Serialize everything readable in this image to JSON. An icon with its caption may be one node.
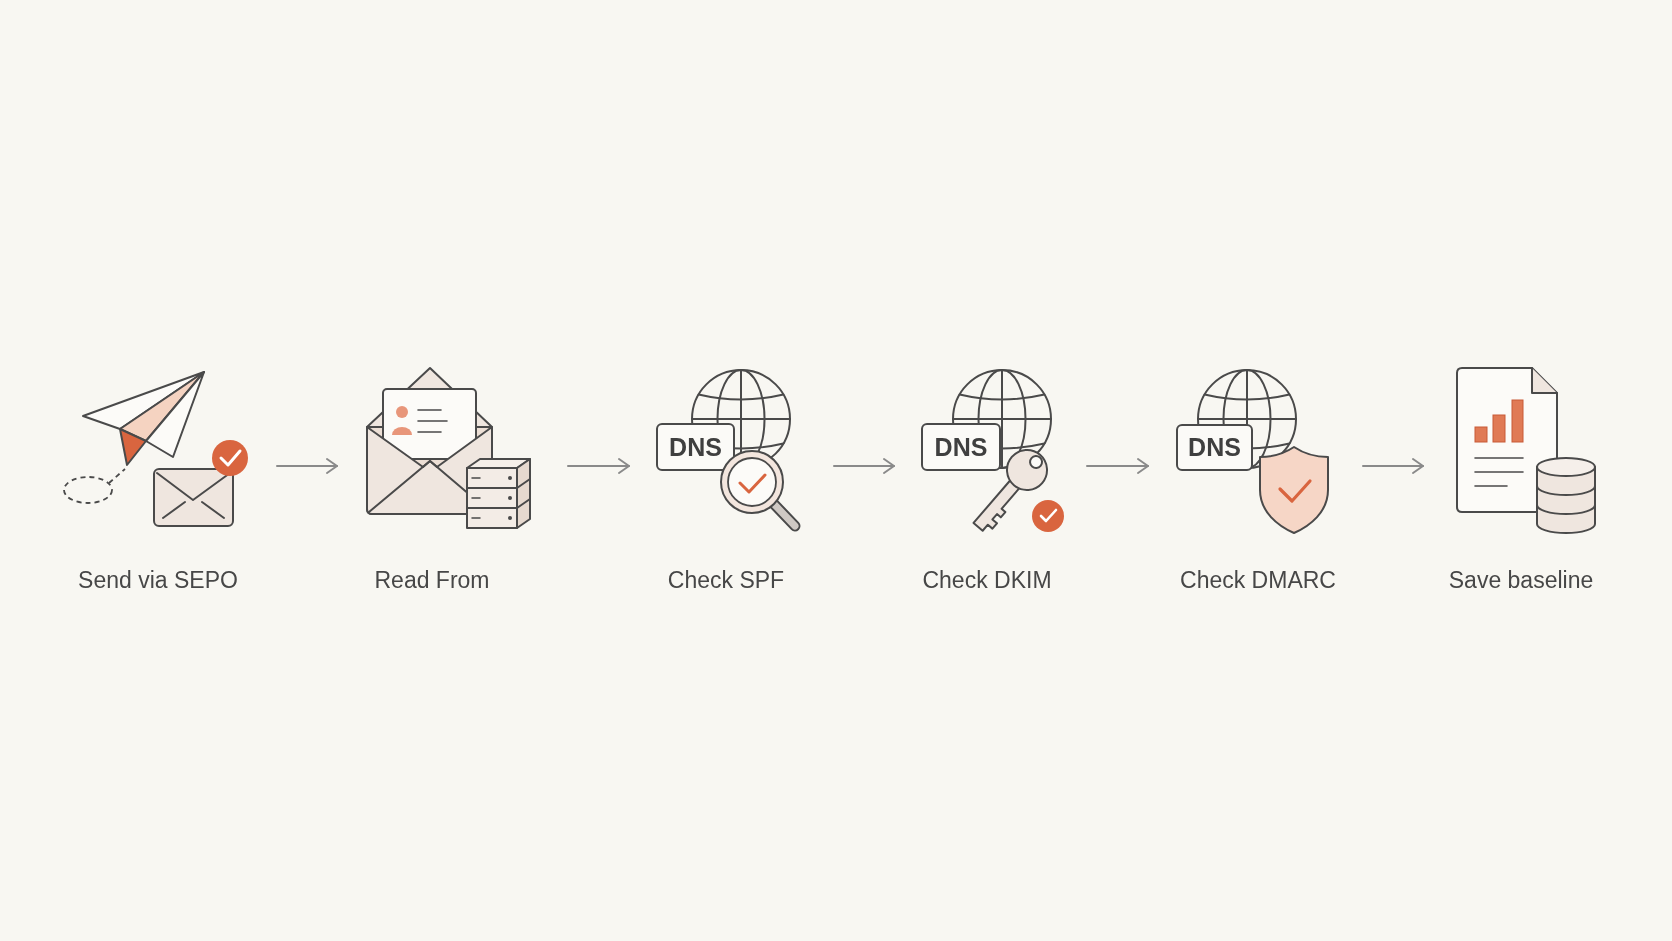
{
  "diagram": {
    "nodes": [
      {
        "text": [
          "Send via SEPO"
        ]
      },
      {
        "text": [
          "Read From"
        ]
      },
      {
        "text": [
          "DNS",
          "Check SPF"
        ]
      },
      {
        "text": [
          "DNS",
          "Check DKIM"
        ]
      },
      {
        "text": [
          "DNS",
          "Check DMARC"
        ]
      },
      {
        "text": [
          "Save baseline"
        ]
      }
    ],
    "edges": [
      {
        "from": 0,
        "to": 1,
        "arrow": "to"
      },
      {
        "from": 1,
        "to": 2,
        "arrow": "to"
      },
      {
        "from": 2,
        "to": 3,
        "arrow": "to"
      },
      {
        "from": 3,
        "to": 4,
        "arrow": "to"
      },
      {
        "from": 4,
        "to": 5,
        "arrow": "to"
      }
    ]
  }
}
